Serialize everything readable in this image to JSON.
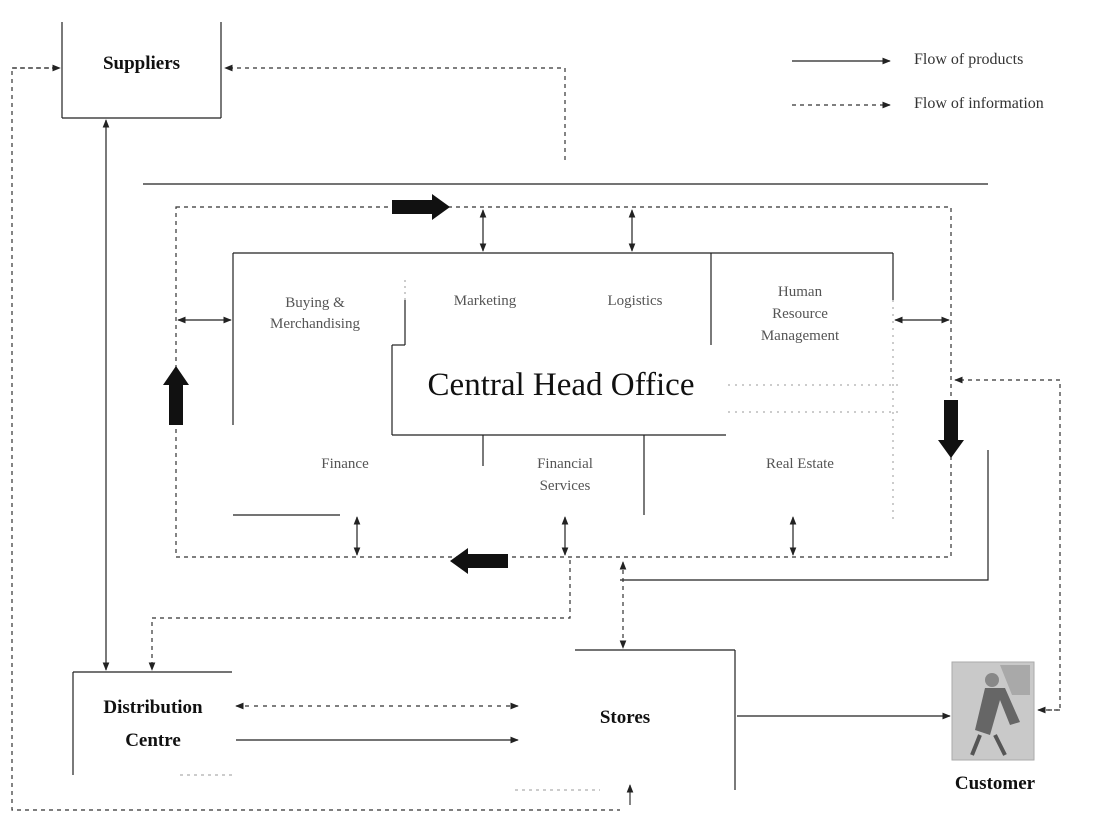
{
  "legend": {
    "products": "Flow of products",
    "information": "Flow of information"
  },
  "nodes": {
    "suppliers": "Suppliers",
    "central": "Central Head Office",
    "distribution_line1": "Distribution",
    "distribution_line2": "Centre",
    "stores": "Stores",
    "customer": "Customer"
  },
  "departments": {
    "buying_line1": "Buying &",
    "buying_line2": "Merchandising",
    "marketing": "Marketing",
    "logistics": "Logistics",
    "hr_line1": "Human",
    "hr_line2": "Resource",
    "hr_line3": "Management",
    "finance": "Finance",
    "fs_line1": "Financial",
    "fs_line2": "Services",
    "real_estate": "Real Estate"
  },
  "colors": {
    "line": "#222222",
    "dashed": "#333333",
    "arrow_fill": "#111111"
  }
}
